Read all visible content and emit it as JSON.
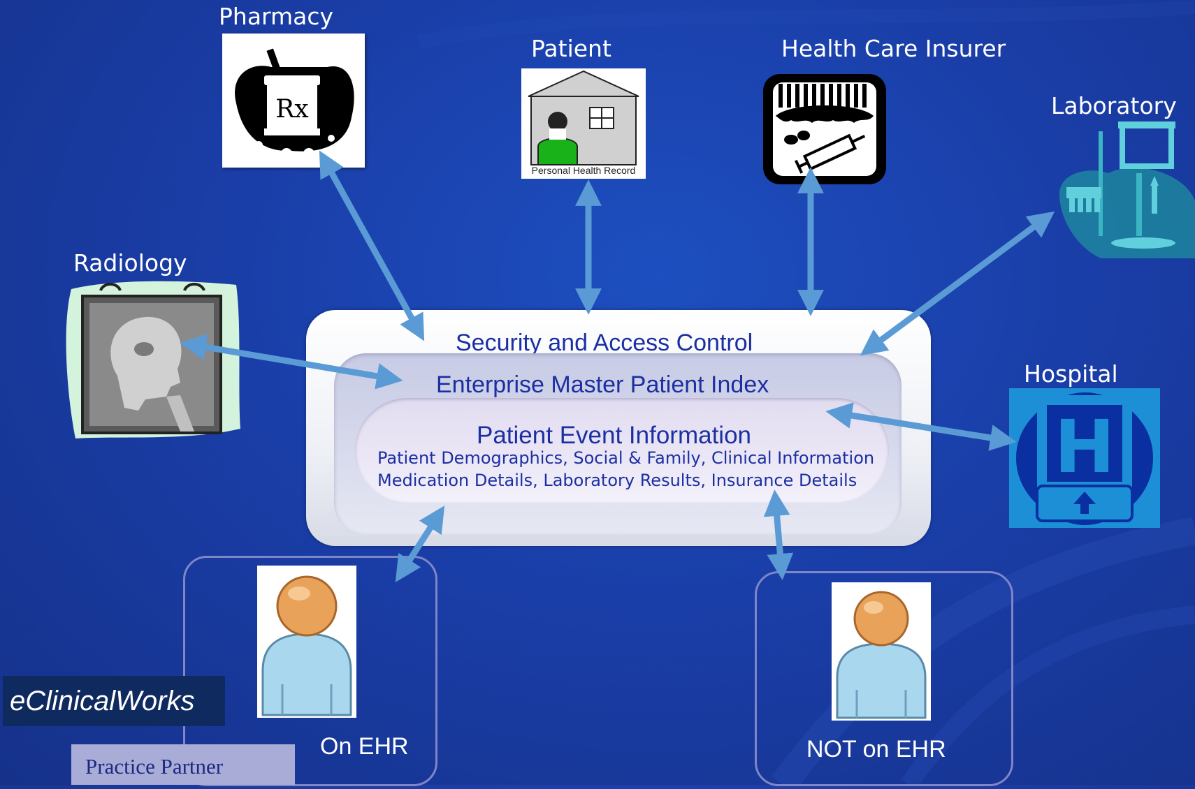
{
  "nodes": {
    "pharmacy": "Pharmacy",
    "patient": "Patient",
    "insurer": "Health Care Insurer",
    "laboratory": "Laboratory",
    "radiology": "Radiology",
    "hospital": "Hospital"
  },
  "icons": {
    "phr_caption": "Personal Health Record",
    "rx_symbol": "Rx",
    "hospital_letter": "H"
  },
  "center": {
    "security": "Security and Access Control",
    "empi": "Enterprise Master Patient Index",
    "event_title": "Patient Event Information",
    "event_line1": "Patient  Demographics, Social & Family, Clinical Information",
    "event_line2": "Medication Details, Laboratory Results, Insurance Details"
  },
  "doctors": {
    "on_ehr": "On EHR",
    "not_on_ehr": "NOT on EHR"
  },
  "brands": {
    "eclinicalworks": "eClinicalWorks",
    "practice_partner": "Practice Partner"
  },
  "colors": {
    "background": "#1a3ea8",
    "arrow": "#5b9bd5",
    "center_text": "#1b2fa2"
  }
}
